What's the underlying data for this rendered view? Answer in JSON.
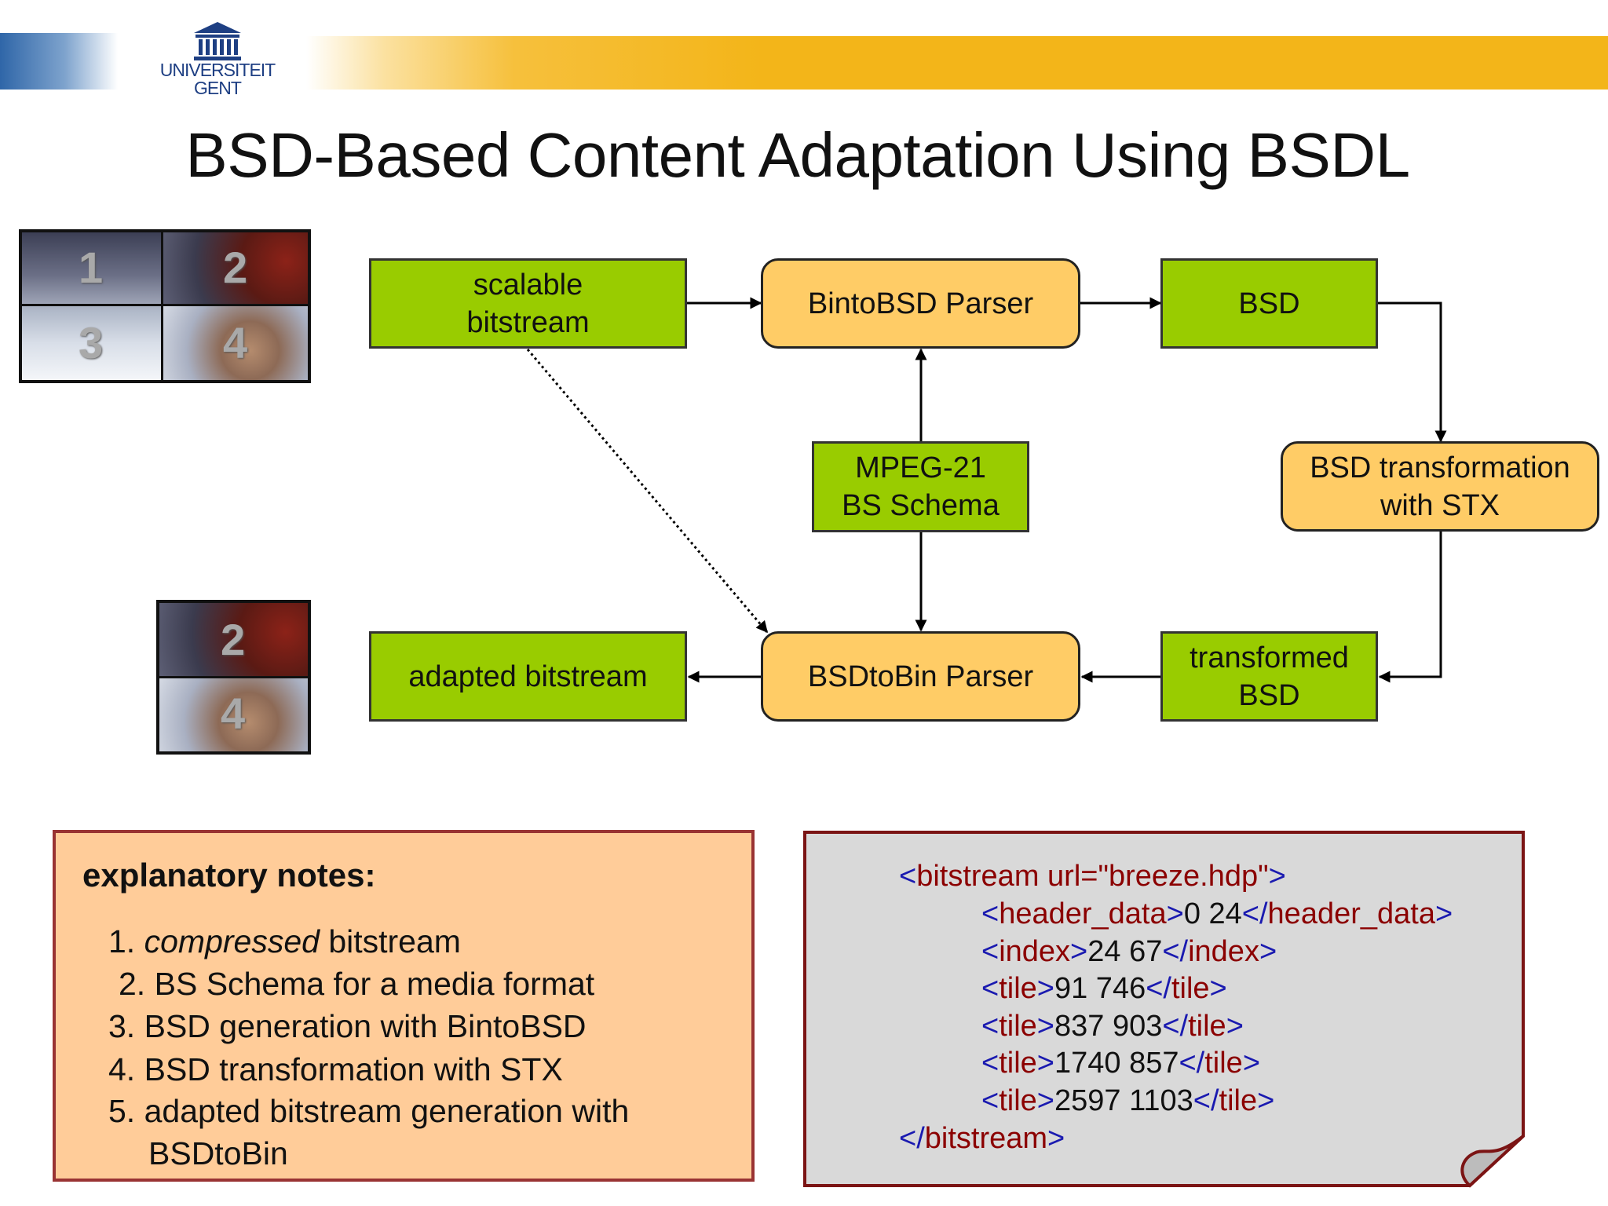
{
  "banner": {
    "logo_line1": "UNIVERSITEIT",
    "logo_line2": "GENT",
    "logo_icon": "university-building-icon",
    "colors": {
      "blue_strip": "#2f66a8",
      "yellow_strip": "#f3b519",
      "logo_text": "#1e3f83"
    }
  },
  "title": "BSD-Based Content Adaptation Using BSDL",
  "diagram": {
    "nodes": {
      "scalable_bitstream": "scalable\nbitstream",
      "bintobsd_parser": "BintoBSD Parser",
      "bsd": "BSD",
      "mpeg21_schema": "MPEG-21\nBS Schema",
      "bsd_transformation": "BSD transformation\nwith STX",
      "adapted_bitstream": "adapted bitstream",
      "bsdtobin_parser": "BSDtoBin Parser",
      "transformed_bsd": "transformed\nBSD"
    },
    "edges": [
      {
        "from": "scalable_bitstream",
        "to": "bintobsd_parser",
        "style": "solid"
      },
      {
        "from": "bintobsd_parser",
        "to": "bsd",
        "style": "solid"
      },
      {
        "from": "bsd",
        "to": "bsd_transformation",
        "style": "solid"
      },
      {
        "from": "mpeg21_schema",
        "to": "bintobsd_parser",
        "style": "solid"
      },
      {
        "from": "mpeg21_schema",
        "to": "bsdtobin_parser",
        "style": "solid"
      },
      {
        "from": "bsd_transformation",
        "to": "transformed_bsd",
        "style": "solid"
      },
      {
        "from": "transformed_bsd",
        "to": "bsdtobin_parser",
        "style": "solid"
      },
      {
        "from": "bsdtobin_parser",
        "to": "adapted_bitstream",
        "style": "solid"
      },
      {
        "from": "scalable_bitstream",
        "to": "bsdtobin_parser",
        "style": "dotted"
      }
    ],
    "colors": {
      "green_box": "#99cc00",
      "orange_box": "#ffcc66"
    }
  },
  "thumbnails": {
    "original_tiles": [
      "1",
      "2",
      "3",
      "4"
    ],
    "adapted_tiles": [
      "2",
      "4"
    ]
  },
  "notes": {
    "heading": "explanatory notes:",
    "items": [
      {
        "number": "1.",
        "emphasis": "compressed",
        "text": " bitstream"
      },
      {
        "number": "2.",
        "text": "BS Schema for a media format"
      },
      {
        "number": "3.",
        "text": "BSD generation with BintoBSD"
      },
      {
        "number": "4.",
        "text": "BSD transformation with STX"
      },
      {
        "number": "5.",
        "text": "adapted bitstream generation with"
      }
    ],
    "item5_continuation": "BSDtoBin",
    "colors": {
      "background": "#ffcc99",
      "border": "#993333"
    }
  },
  "code": {
    "open_tag": "bitstream",
    "open_attr": "url=\"breeze.hdp\"",
    "lines": [
      {
        "tag": "header_data",
        "value": "0 24"
      },
      {
        "tag": "index",
        "value": "24 67"
      },
      {
        "tag": "tile",
        "value": "91 746"
      },
      {
        "tag": "tile",
        "value": "837 903"
      },
      {
        "tag": "tile",
        "value": "1740 857"
      },
      {
        "tag": "tile",
        "value": "2597 1103"
      }
    ],
    "close_tag": "bitstream",
    "colors": {
      "bracket": "#1a1ab0",
      "tag_name": "#8b0000",
      "page_fill": "#d9d9d9",
      "page_border": "#7b1414"
    }
  }
}
